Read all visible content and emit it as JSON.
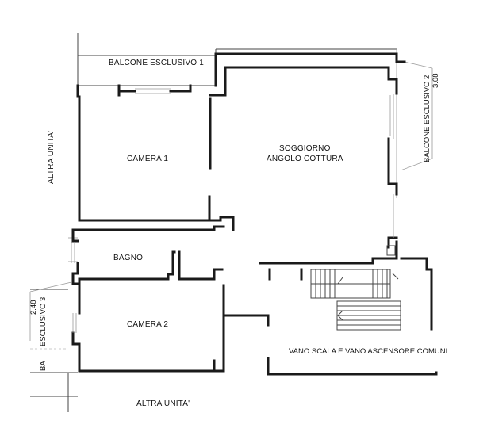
{
  "labels": {
    "balcone1": "BALCONE ESCLUSIVO 1",
    "balcone2": "BALCONE ESCLUSIVO 2",
    "balcone2_dim": "3.08",
    "balcone3": "ESCLUSIVO 3",
    "balcone3_dim": "2.48",
    "balcone3_prefix": "BA",
    "camera1": "CAMERA 1",
    "soggiorno_l1": "SOGGIORNO",
    "soggiorno_l2": "ANGOLO COTTURA",
    "bagno": "BAGNO",
    "camera2": "CAMERA 2",
    "vano_scala": "VANO SCALA E VANO ASCENSORE COMUNI",
    "altra_unita_left": "ALTRA UNITA'",
    "altra_unita_bottom": "ALTRA UNITA'"
  }
}
